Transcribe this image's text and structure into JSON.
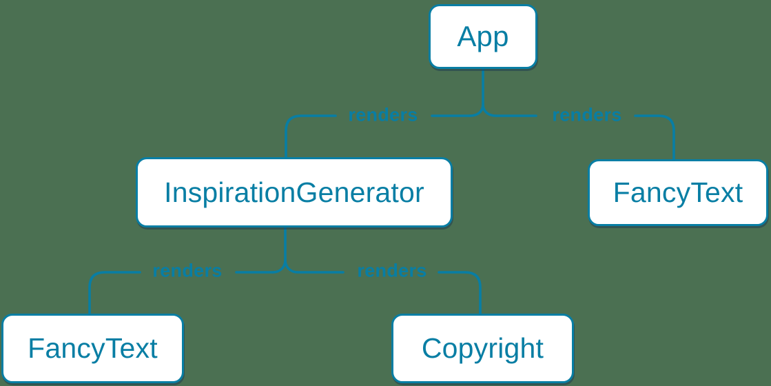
{
  "diagram": {
    "type": "component-render-tree",
    "colors": {
      "background": "#4b7052",
      "accent": "#087ea4",
      "node_fill": "#ffffff"
    },
    "nodes": [
      {
        "id": "app",
        "label": "App"
      },
      {
        "id": "inspiration-generator",
        "label": "InspirationGenerator"
      },
      {
        "id": "fancy-text-top",
        "label": "FancyText"
      },
      {
        "id": "fancy-text-bottom",
        "label": "FancyText"
      },
      {
        "id": "copyright",
        "label": "Copyright"
      }
    ],
    "edges": [
      {
        "from": "App",
        "to": "InspirationGenerator",
        "label": "renders"
      },
      {
        "from": "App",
        "to": "FancyText",
        "label": "renders"
      },
      {
        "from": "InspirationGenerator",
        "to": "FancyText",
        "label": "renders"
      },
      {
        "from": "InspirationGenerator",
        "to": "Copyright",
        "label": "renders"
      }
    ]
  }
}
